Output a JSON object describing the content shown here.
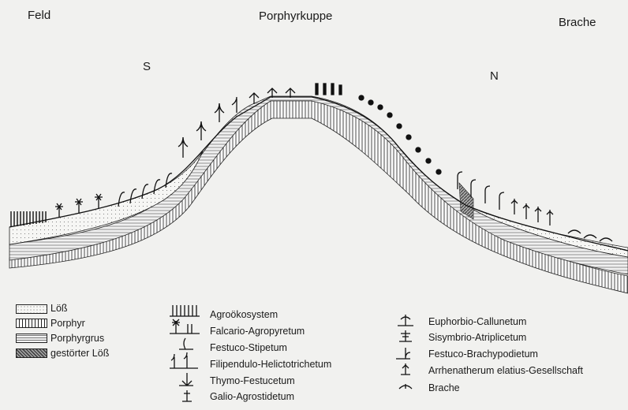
{
  "titles": {
    "left": "Feld",
    "center": "Porphyrkuppe",
    "right": "Brache",
    "south": "S",
    "north": "N"
  },
  "legend_substrate": [
    {
      "label": "Löß",
      "icon": "dotted-swatch"
    },
    {
      "label": "Porphyr",
      "icon": "vertical-hatch-swatch"
    },
    {
      "label": "Porphyrgrus",
      "icon": "horizontal-hatch-swatch"
    },
    {
      "label": "gestörter Löß",
      "icon": "cross-hatch-swatch"
    }
  ],
  "legend_vegetation_1": [
    {
      "label": "Agroökosystem",
      "icon": "crop-rows-symbol"
    },
    {
      "label": "Falcario-Agropyretum",
      "icon": "star-herb-symbol"
    },
    {
      "label": "Festuco-Stipetum",
      "icon": "arched-grass-symbol"
    },
    {
      "label": "Filipendulo-Helictotrichetum",
      "icon": "leafy-herb-symbol"
    },
    {
      "label": "Thymo-Festucetum",
      "icon": "arrow-grass-symbol"
    },
    {
      "label": "Galio-Agrostidetum",
      "icon": "small-cross-symbol"
    }
  ],
  "legend_vegetation_2": [
    {
      "label": "Euphorbio-Callunetum",
      "icon": "heath-symbol"
    },
    {
      "label": "Sisymbrio-Atriplicetum",
      "icon": "ruderal-symbol"
    },
    {
      "label": "Festuco-Brachypodietum",
      "icon": "hook-grass-symbol"
    },
    {
      "label": "Arrhenatherum elatius-Gesellschaft",
      "icon": "meadow-grass-symbol"
    },
    {
      "label": "Brache",
      "icon": "fallow-symbol"
    }
  ]
}
